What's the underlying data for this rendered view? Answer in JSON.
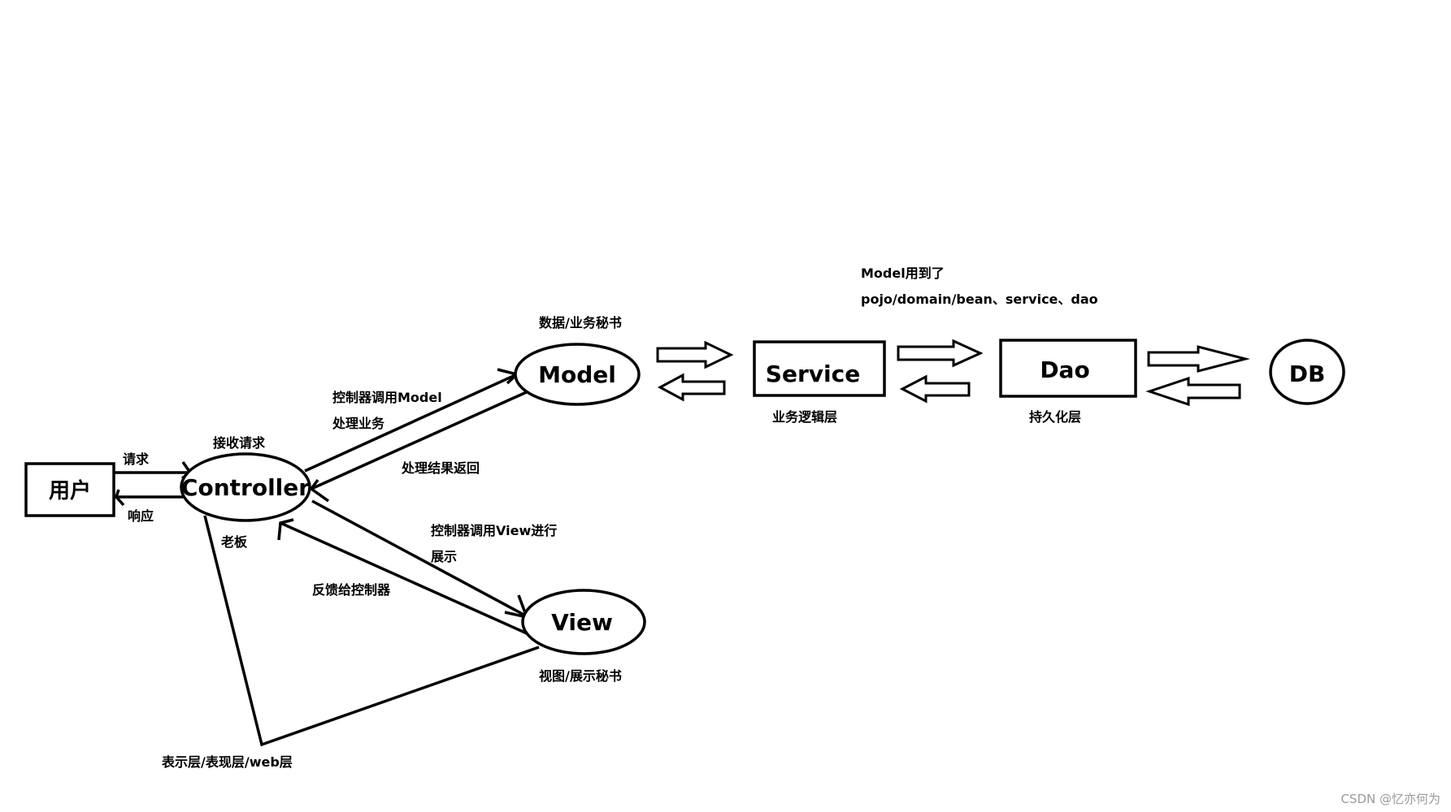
{
  "nodes": {
    "user": "用户",
    "controller": "Controller",
    "model": "Model",
    "view": "View",
    "service": "Service",
    "dao": "Dao",
    "db": "DB"
  },
  "labels": {
    "request": "请求",
    "response": "响应",
    "receive_request": "接收请求",
    "boss": "老板",
    "ctrl_call_model": "控制器调用Model",
    "handle_business": "处理业务",
    "result_return": "处理结果返回",
    "ctrl_call_view": "控制器调用View进行",
    "display": "展示",
    "feedback": "反馈给控制器",
    "model_desc": "数据/业务秘书",
    "view_desc": "视图/展示秘书",
    "presentation_layer": "表示层/表现层/web层",
    "service_desc": "业务逻辑层",
    "dao_desc": "持久化层",
    "model_uses_1": "Model用到了",
    "model_uses_2": "pojo/domain/bean、service、dao"
  },
  "watermark": "CSDN @忆亦何为"
}
